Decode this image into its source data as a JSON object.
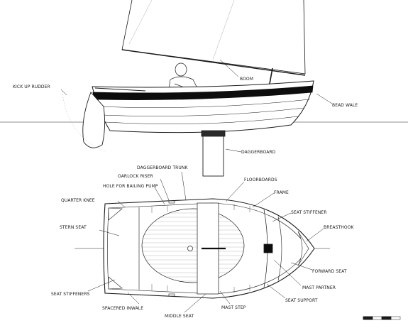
{
  "labels": {
    "boom": "BOOM",
    "kick_up_rudder": "KICK UP RUDDER",
    "bead_wale": "BEAD WALE",
    "daggerboard": "DAGGERBOARD",
    "daggerboard_trunk": "DAGGERBOARD TRUNK",
    "oarlock_riser": "OARLOCK RISER",
    "hole_for_bailing_pump": "HOLE FOR BAILING PUMP",
    "floorboards": "FLOORBOARDS",
    "frame": "FRAME",
    "quarter_knee": "QUARTER KNEE",
    "seat_stiffener": "SEAT STIFFENER",
    "stern_seat": "STERN SEAT",
    "breasthook": "BREASTHOOK",
    "forward_seat": "FORWARD SEAT",
    "seat_stiffeners": "SEAT STIFFENERS",
    "mast_partner": "MAST PARTNER",
    "seat_support": "SEAT SUPPORT",
    "spacered_inwale": "SPACERED INWALE",
    "mast_step": "MAST STEP",
    "middle_seat": "MIDDLE SEAT"
  },
  "colors": {
    "ink": "#1a1a1a",
    "wale": "#0d0d0d",
    "board": "#9a9a9a",
    "planking": "#bdbdbd",
    "background": "#ffffff"
  }
}
